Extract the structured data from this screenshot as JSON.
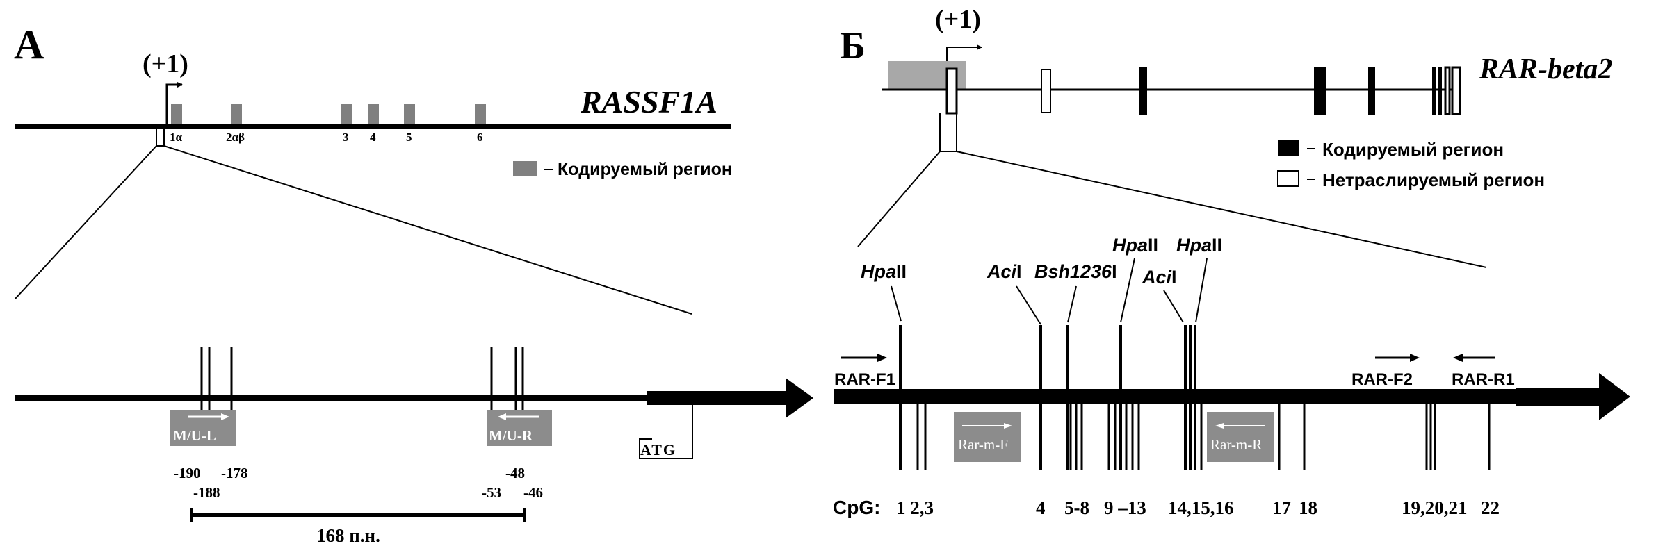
{
  "panel_a": {
    "letter": "А",
    "tss": "(+1)",
    "gene": "RASSF1A",
    "exons": [
      "1α",
      "2αβ",
      "3",
      "4",
      "5",
      "6"
    ],
    "legend_coding": "Кодируемый регион",
    "primer_left": "M/U-L",
    "primer_right": "M/U-R",
    "atg": "ATG",
    "positions": {
      "p190": "-190",
      "p178": "-178",
      "p188": "-188",
      "p48": "-48",
      "p53": "-53",
      "p46": "-46"
    },
    "amplicon": "168 п.н."
  },
  "panel_b": {
    "letter": "Б",
    "tss": "(+1)",
    "gene": "RAR-beta2",
    "legend_coding": "Кодируемый регион",
    "legend_utr": "Нетраслируемый регион",
    "enzymes": {
      "hpa1": [
        "Hpa",
        "II"
      ],
      "aci1": [
        "Aci",
        "I"
      ],
      "bsh": [
        "Bsh1236",
        "I"
      ],
      "hpa2": [
        "Hpa",
        "II"
      ],
      "aci2": [
        "Aci",
        "I"
      ],
      "hpa3": [
        "Hpa",
        "II"
      ]
    },
    "primers": {
      "f1": "RAR-F1",
      "f2": "RAR-F2",
      "r1": "RAR-R1",
      "mf": "Rar-m-F",
      "mr": "Rar-m-R"
    },
    "cpg_label": "CpG:",
    "cpg_groups": [
      "1 2,3",
      "4",
      "5-8",
      "9 –13",
      "14,15,16",
      "17",
      "18",
      "19,20,21",
      "22"
    ]
  }
}
